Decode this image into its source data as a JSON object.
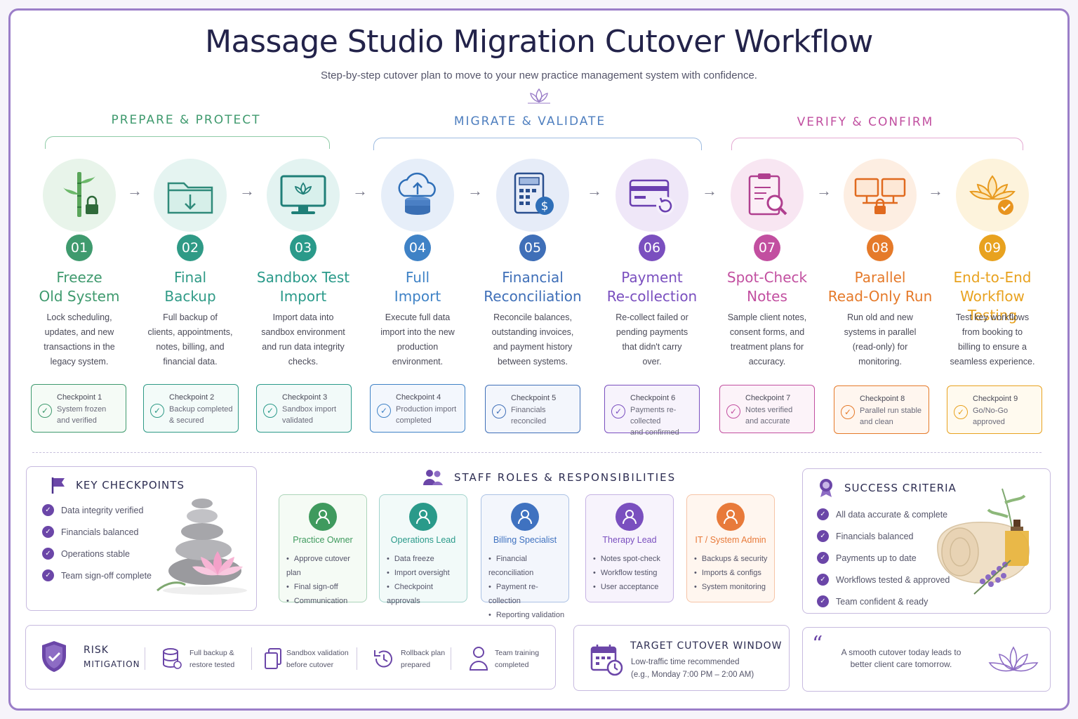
{
  "title": "Massage Studio Migration Cutover Workflow",
  "subtitle": "Step-by-step cutover plan to move to your new practice management system with confidence.",
  "phases": [
    {
      "label": "PREPARE & PROTECT",
      "color": "#3f9a6e"
    },
    {
      "label": "MIGRATE & VALIDATE",
      "color": "#4f7fbf"
    },
    {
      "label": "VERIFY & CONFIRM",
      "color": "#c14fa0"
    }
  ],
  "steps": [
    {
      "num": "01",
      "title1": "Freeze",
      "title2": "Old System",
      "desc": [
        "Lock scheduling,",
        "updates, and new",
        "transactions in the",
        "legacy system."
      ],
      "icon": "bamboo-lock-icon",
      "color": "#3f9a6e",
      "checkpoint": {
        "title": "Checkpoint 1",
        "line1": "System frozen",
        "line2": "and verified"
      }
    },
    {
      "num": "02",
      "title1": "Final",
      "title2": "Backup",
      "desc": [
        "Full backup of",
        "clients, appointments,",
        "notes, billing, and",
        "financial data."
      ],
      "icon": "folder-download-icon",
      "color": "#2f9a86",
      "checkpoint": {
        "title": "Checkpoint 2",
        "line1": "Backup completed",
        "line2": "& secured"
      }
    },
    {
      "num": "03",
      "title1": "Sandbox Test",
      "title2": "Import",
      "desc": [
        "Import data into",
        "sandbox environment",
        "and run data integrity",
        "checks."
      ],
      "icon": "monitor-lotus-icon",
      "color": "#2a9a8a",
      "checkpoint": {
        "title": "Checkpoint 3",
        "line1": "Sandbox import",
        "line2": "validated"
      }
    },
    {
      "num": "04",
      "title1": "Full",
      "title2": "Import",
      "desc": [
        "Execute full data",
        "import into the new",
        "production",
        "environment."
      ],
      "icon": "cloud-upload-database-icon",
      "color": "#3f82c6",
      "checkpoint": {
        "title": "Checkpoint 4",
        "line1": "Production import",
        "line2": "completed"
      }
    },
    {
      "num": "05",
      "title1": "Financial",
      "title2": "Reconciliation",
      "desc": [
        "Reconcile balances,",
        "outstanding invoices,",
        "and payment history",
        "between systems."
      ],
      "icon": "calculator-dollar-icon",
      "color": "#3f6fb8",
      "checkpoint": {
        "title": "Checkpoint 5",
        "line1": "Financials",
        "line2": "reconciled"
      }
    },
    {
      "num": "06",
      "title1": "Payment",
      "title2": "Re-collection",
      "desc": [
        "Re-collect failed or",
        "pending payments",
        "that didn't carry",
        "over."
      ],
      "icon": "credit-card-refresh-icon",
      "color": "#7a4fbf",
      "checkpoint": {
        "title": "Checkpoint 6",
        "line1": "Payments re-collected",
        "line2": "and confirmed"
      }
    },
    {
      "num": "07",
      "title1": "Spot-Check",
      "title2": "Notes",
      "desc": [
        "Sample client notes,",
        "consent forms, and",
        "treatment plans for",
        "accuracy."
      ],
      "icon": "clipboard-search-icon",
      "color": "#c24fa0",
      "checkpoint": {
        "title": "Checkpoint 7",
        "line1": "Notes verified",
        "line2": "and accurate"
      }
    },
    {
      "num": "08",
      "title1": "Parallel",
      "title2": "Read-Only Run",
      "desc": [
        "Run old and new",
        "systems in parallel",
        "(read-only) for",
        "monitoring."
      ],
      "icon": "dual-monitor-lock-icon",
      "color": "#e57a2a",
      "checkpoint": {
        "title": "Checkpoint 8",
        "line1": "Parallel run stable",
        "line2": "and clean"
      }
    },
    {
      "num": "09",
      "title1": "End-to-End",
      "title2": "Workflow Testing",
      "desc": [
        "Test key workflows",
        "from booking to",
        "billing to ensure a",
        "seamless experience."
      ],
      "icon": "lotus-check-icon",
      "color": "#e8a21f",
      "checkpoint": {
        "title": "Checkpoint 9",
        "line1": "Go/No-Go",
        "line2": "approved"
      }
    }
  ],
  "key_checkpoints": {
    "heading": "KEY CHECKPOINTS",
    "items": [
      "Data integrity verified",
      "Financials balanced",
      "Operations stable",
      "Team sign-off complete"
    ]
  },
  "staff": {
    "heading": "STAFF ROLES & RESPONSIBILITIES",
    "roles": [
      {
        "title": "Practice Owner",
        "color": "#3f9a5e",
        "items": [
          "Approve cutover plan",
          "Final sign-off",
          "Communication"
        ]
      },
      {
        "title": "Operations Lead",
        "color": "#2a9a8a",
        "items": [
          "Data freeze",
          "Import oversight",
          "Checkpoint approvals"
        ]
      },
      {
        "title": "Billing Specialist",
        "color": "#3f72c0",
        "items": [
          "Financial reconciliation",
          "Payment re-collection",
          "Reporting validation"
        ]
      },
      {
        "title": "Therapy Lead",
        "color": "#7a4fbf",
        "items": [
          "Notes spot-check",
          "Workflow testing",
          "User acceptance"
        ]
      },
      {
        "title": "IT / System Admin",
        "color": "#e87a3a",
        "items": [
          "Backups & security",
          "Imports & configs",
          "System monitoring"
        ]
      }
    ]
  },
  "success": {
    "heading": "SUCCESS CRITERIA",
    "items": [
      "All data accurate & complete",
      "Financials balanced",
      "Payments up to date",
      "Workflows tested & approved",
      "Team confident & ready"
    ]
  },
  "risk": {
    "title1": "RISK",
    "title2": "MITIGATION",
    "items": [
      {
        "l1": "Full backup &",
        "l2": "restore tested",
        "icon": "database-icon"
      },
      {
        "l1": "Sandbox validation",
        "l2": "before cutover",
        "icon": "documents-icon"
      },
      {
        "l1": "Rollback plan",
        "l2": "prepared",
        "icon": "rollback-icon"
      },
      {
        "l1": "Team training",
        "l2": "completed",
        "icon": "user-icon"
      }
    ]
  },
  "target": {
    "heading": "TARGET CUTOVER WINDOW",
    "line1": "Low-traffic time recommended",
    "line2": "(e.g., Monday 7:00 PM – 2:00 AM)"
  },
  "quote": {
    "mark": "“",
    "line1": "A smooth cutover today leads to",
    "line2": "better client care tomorrow."
  }
}
